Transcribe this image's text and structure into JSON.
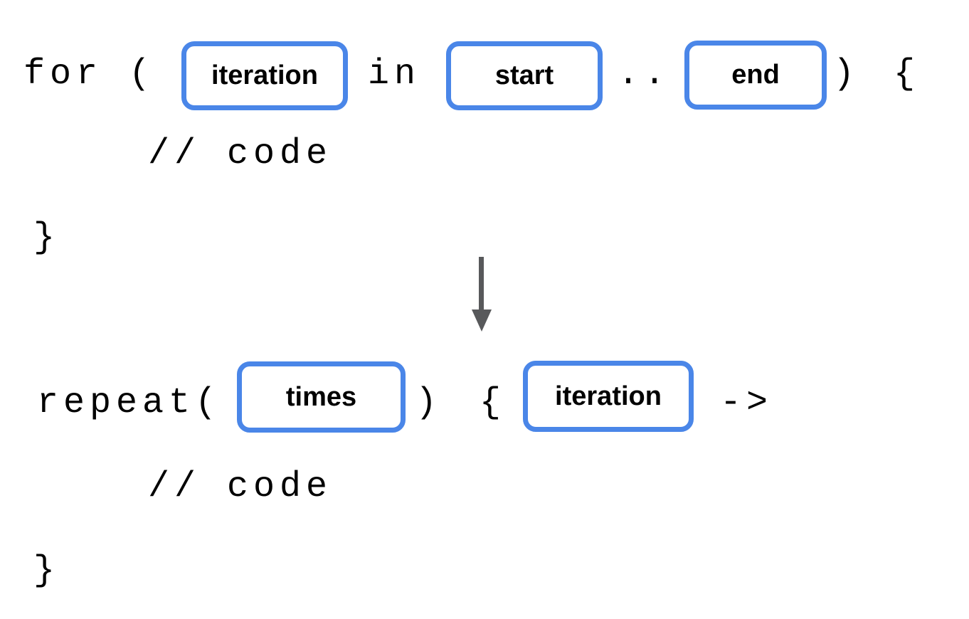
{
  "colors": {
    "box_border": "#4a86e8",
    "text": "#000000",
    "arrow": "#58595b",
    "background": "#ffffff"
  },
  "before_block": {
    "prefix": "for (",
    "slot_iteration": "iteration",
    "in_keyword": "in",
    "slot_start": "start",
    "range_op": "..",
    "close_paren": ")",
    "open_brace": "{",
    "comment": "// code",
    "close_brace": "}"
  },
  "transform_arrow": {
    "icon": "down-arrow",
    "direction": "down"
  },
  "after_block": {
    "prefix": "repeat(",
    "slot_times": "times",
    "close_paren": ")",
    "open_brace": "{",
    "slot_iteration": "iteration",
    "lambda_arrow": "->",
    "comment": "// code",
    "close_brace": "}"
  }
}
